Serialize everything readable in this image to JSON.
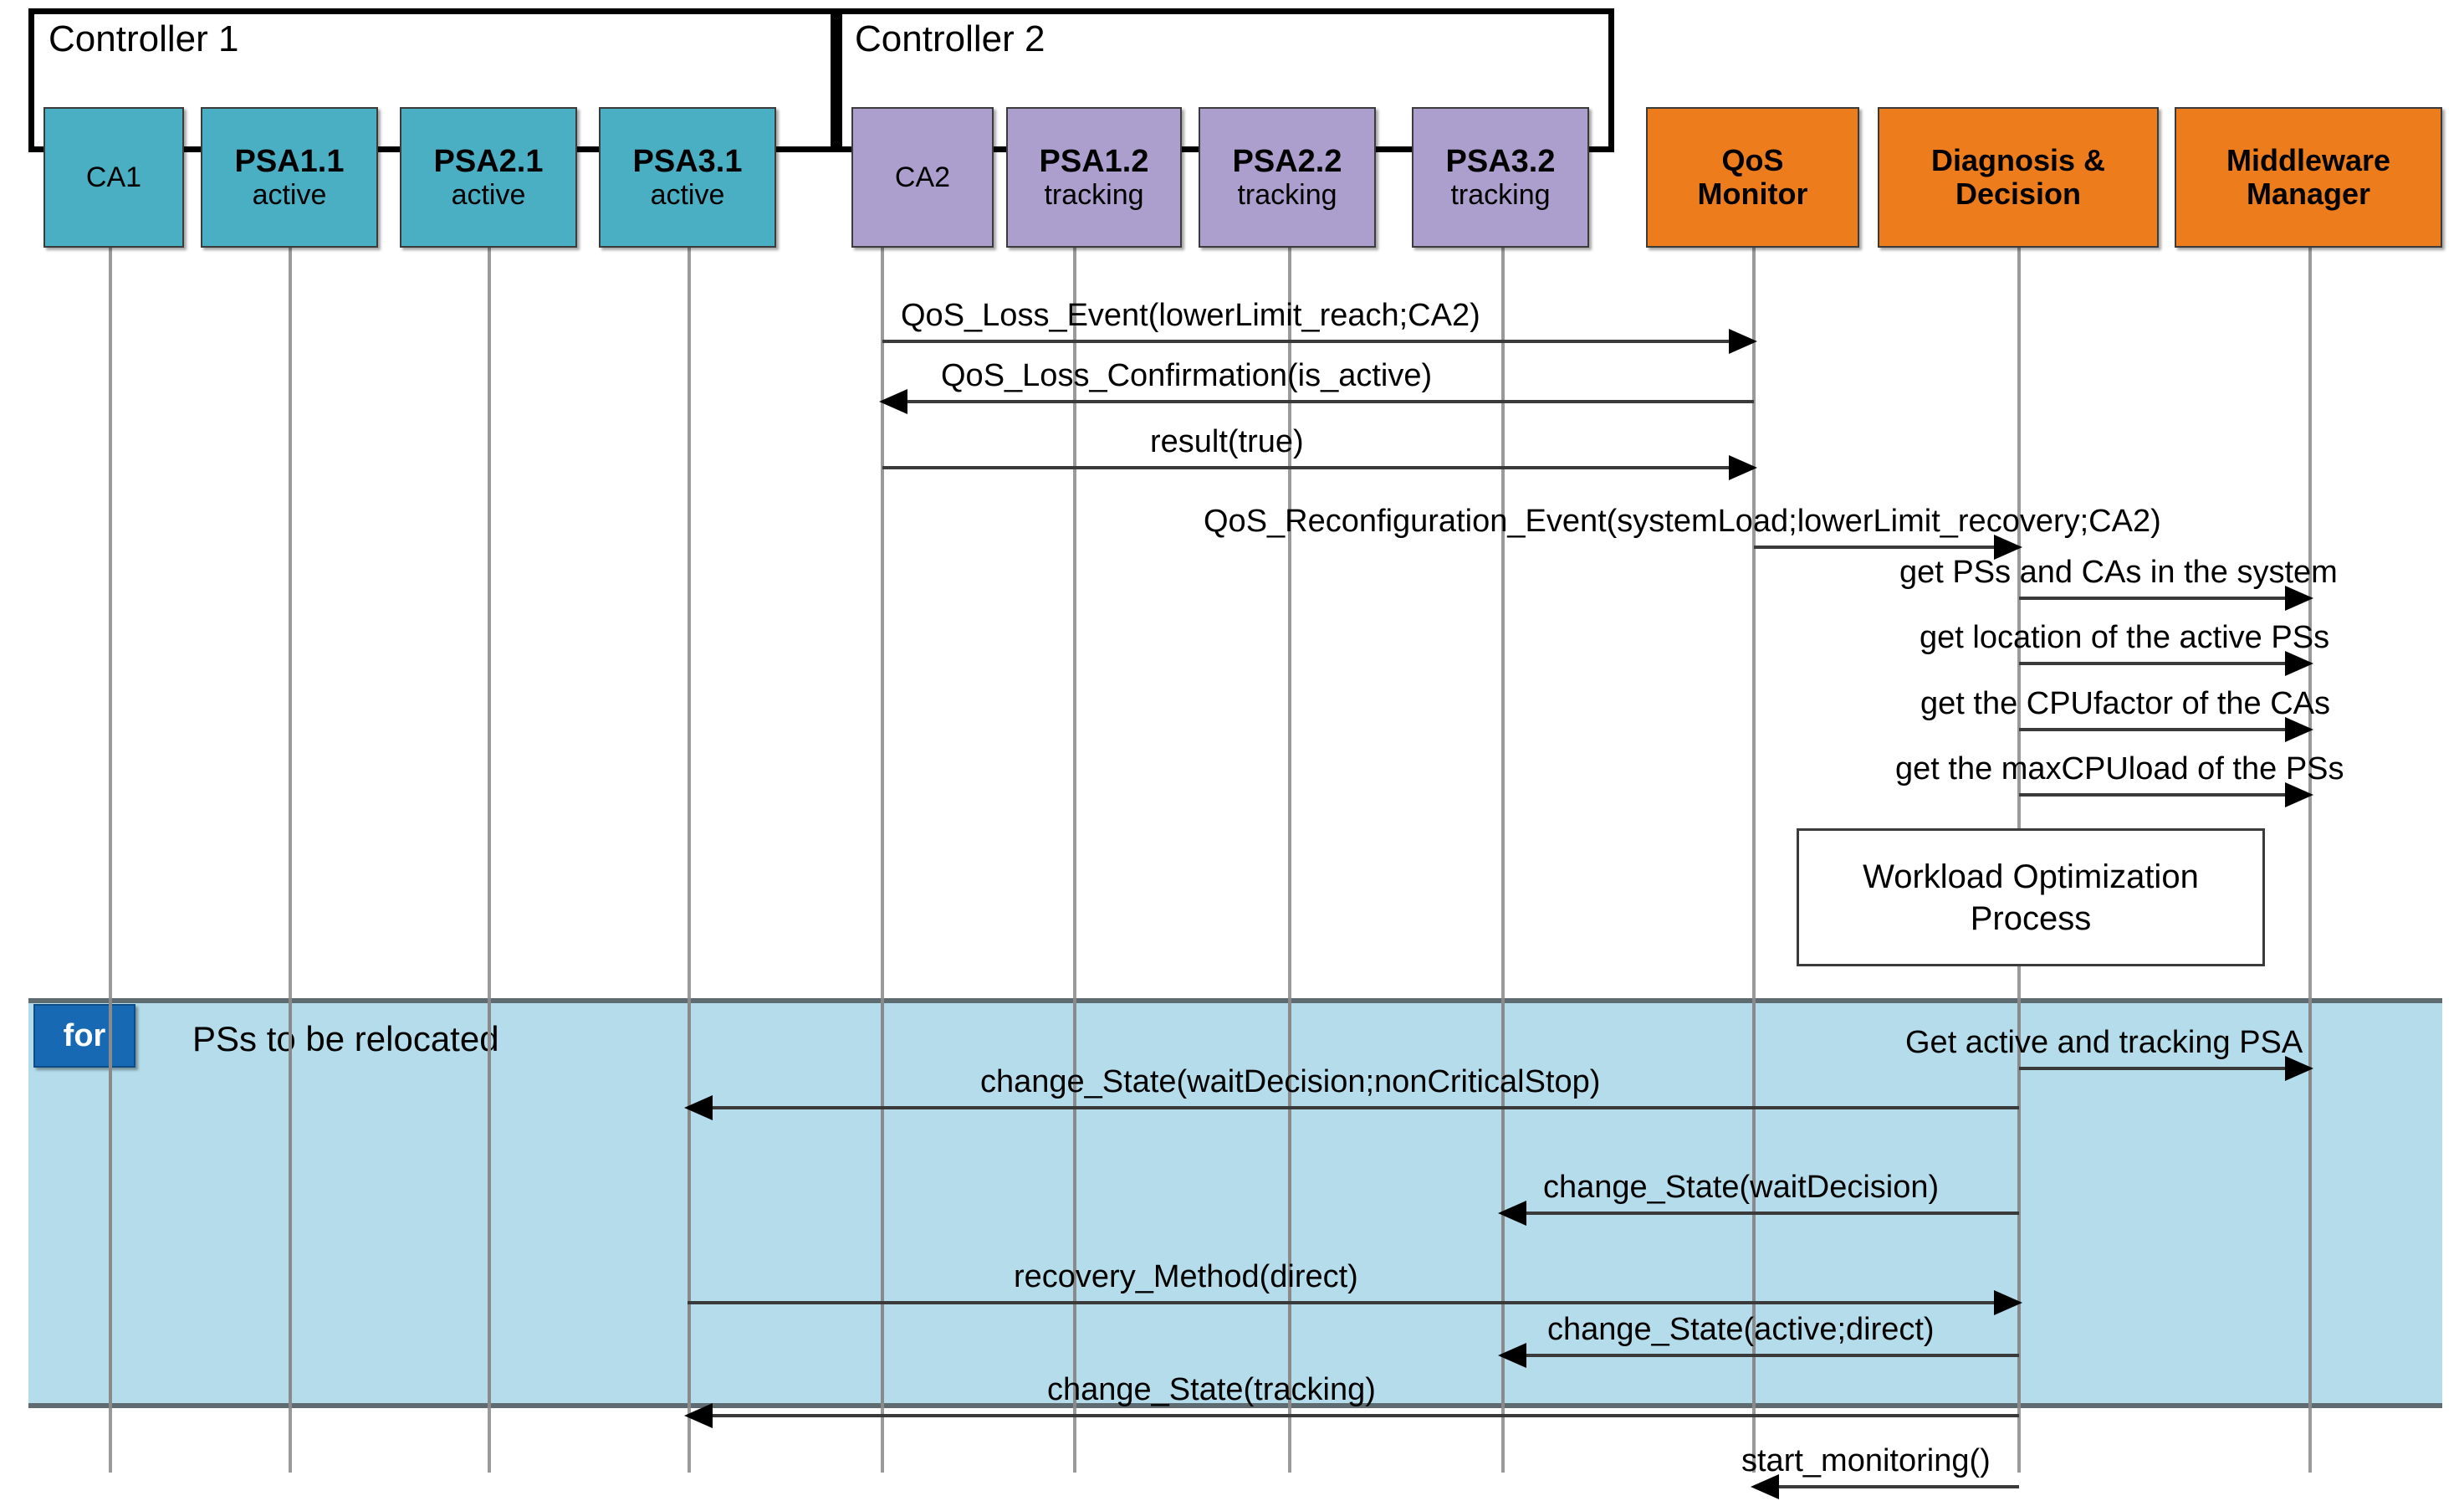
{
  "diagram": {
    "type": "uml-sequence-diagram",
    "title": "QoS loss detection and PS relocation sequence"
  },
  "colors": {
    "teal": "#4BAFC4",
    "purple": "#AC9ECD",
    "orange": "#ED7D1C",
    "fragment_fill": "#B5DCEA",
    "fragment_tag": "#1669B2",
    "lifeline": "#9A9A9A",
    "border": "#3B3B3B"
  },
  "groups": [
    {
      "id": "controller1",
      "title": "Controller 1"
    },
    {
      "id": "controller2",
      "title": "Controller 2"
    }
  ],
  "participants": [
    {
      "id": "ca1",
      "name": "CA1",
      "state": "",
      "color": "teal",
      "group": "controller1"
    },
    {
      "id": "psa11",
      "name": "PSA1.1",
      "state": "active",
      "color": "teal",
      "group": "controller1"
    },
    {
      "id": "psa21",
      "name": "PSA2.1",
      "state": "active",
      "color": "teal",
      "group": "controller1"
    },
    {
      "id": "psa31",
      "name": "PSA3.1",
      "state": "active",
      "color": "teal",
      "group": "controller1"
    },
    {
      "id": "ca2",
      "name": "CA2",
      "state": "",
      "color": "purple",
      "group": "controller2"
    },
    {
      "id": "psa12",
      "name": "PSA1.2",
      "state": "tracking",
      "color": "purple",
      "group": "controller2"
    },
    {
      "id": "psa22",
      "name": "PSA2.2",
      "state": "tracking",
      "color": "purple",
      "group": "controller2"
    },
    {
      "id": "psa32",
      "name": "PSA3.2",
      "state": "tracking",
      "color": "purple",
      "group": "controller2"
    },
    {
      "id": "qos",
      "name": "QoS",
      "state": "Monitor",
      "color": "orange",
      "group": ""
    },
    {
      "id": "diagnosis",
      "name": "Diagnosis &",
      "state": "Decision",
      "color": "orange",
      "group": ""
    },
    {
      "id": "middleware",
      "name": "Middleware",
      "state": "Manager",
      "color": "orange",
      "group": ""
    }
  ],
  "messages": [
    {
      "id": "m1",
      "label": "QoS_Loss_Event(lowerLimit_reach;CA2)",
      "from": "ca2",
      "to": "qos",
      "direction": "right"
    },
    {
      "id": "m2",
      "label": "QoS_Loss_Confirmation(is_active)",
      "from": "qos",
      "to": "ca2",
      "direction": "left"
    },
    {
      "id": "m3",
      "label": "result(true)",
      "from": "ca2",
      "to": "qos",
      "direction": "right"
    },
    {
      "id": "m4",
      "label": "QoS_Reconfiguration_Event(systemLoad;lowerLimit_recovery;CA2)",
      "from": "qos",
      "to": "diagnosis",
      "direction": "right"
    },
    {
      "id": "m5",
      "label": "get  PSs and CAs in the system",
      "from": "diagnosis",
      "to": "middleware",
      "direction": "right"
    },
    {
      "id": "m6",
      "label": "get location of the active  PSs",
      "from": "diagnosis",
      "to": "middleware",
      "direction": "right"
    },
    {
      "id": "m7",
      "label": "get the CPUfactor of the CAs",
      "from": "diagnosis",
      "to": "middleware",
      "direction": "right"
    },
    {
      "id": "m8",
      "label": "get the maxCPUload of the  PSs",
      "from": "diagnosis",
      "to": "middleware",
      "direction": "right"
    },
    {
      "id": "m9",
      "label": "Get active and tracking PSA",
      "from": "diagnosis",
      "to": "middleware",
      "direction": "right"
    },
    {
      "id": "m10",
      "label": "change_State(waitDecision;nonCriticalStop)",
      "from": "diagnosis",
      "to": "psa31",
      "direction": "left"
    },
    {
      "id": "m11",
      "label": "change_State(waitDecision)",
      "from": "diagnosis",
      "to": "psa32",
      "direction": "left"
    },
    {
      "id": "m12",
      "label": "recovery_Method(direct)",
      "from": "psa31",
      "to": "diagnosis",
      "direction": "right"
    },
    {
      "id": "m13",
      "label": "change_State(active;direct)",
      "from": "diagnosis",
      "to": "psa32",
      "direction": "left"
    },
    {
      "id": "m14",
      "label": "change_State(tracking)",
      "from": "diagnosis",
      "to": "psa31",
      "direction": "left"
    },
    {
      "id": "m15",
      "label": "start_monitoring()",
      "from": "diagnosis",
      "to": "qos",
      "direction": "left"
    }
  ],
  "notes": [
    {
      "id": "n1",
      "line1": "Workload Optimization",
      "line2": "Process",
      "on": "diagnosis"
    }
  ],
  "fragments": [
    {
      "id": "f1",
      "operator": "for",
      "guard": "PSs to be relocated"
    }
  ]
}
